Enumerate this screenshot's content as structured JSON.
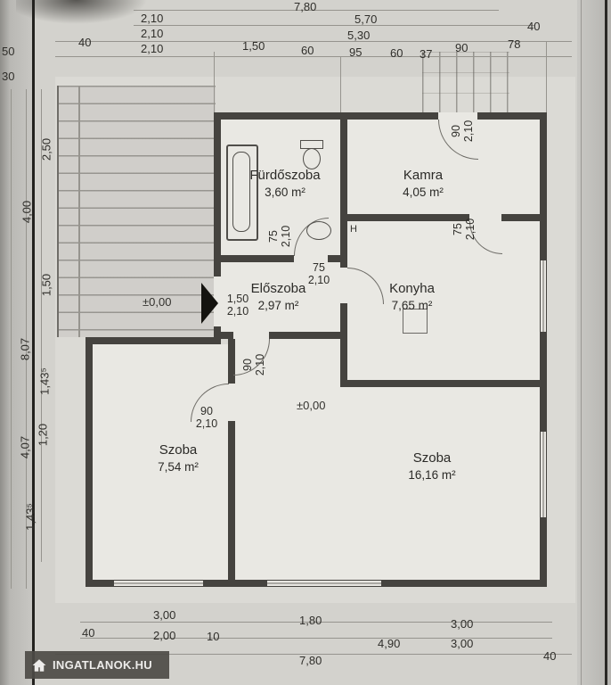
{
  "plan": {
    "rooms": [
      {
        "name": "Fürdőszoba",
        "area": "3,60 m²"
      },
      {
        "name": "Kamra",
        "area": "4,05 m²"
      },
      {
        "name": "Előszoba",
        "area": "2,97 m²"
      },
      {
        "name": "Konyha",
        "area": "7,65 m²"
      },
      {
        "name": "Szoba",
        "area": "7,54 m²"
      },
      {
        "name": "Szoba",
        "area": "16,16 m²"
      }
    ],
    "level_markers": [
      "±0,00",
      "±0,00"
    ],
    "kitchen_symbol": "H",
    "door_labels": [
      {
        "w": "90",
        "h": "2,10"
      },
      {
        "w": "75",
        "h": "2,10"
      },
      {
        "w": "75",
        "h": "2,10"
      },
      {
        "w": "75",
        "h": "2,10"
      },
      {
        "w": "1,50",
        "h": "2,10"
      },
      {
        "w": "90",
        "h": "2,10"
      },
      {
        "w": "90",
        "h": "2,10"
      }
    ]
  },
  "dimensions": {
    "top": [
      "7,80",
      "2,10",
      "5,70",
      "2,10",
      "5,30",
      "40",
      "40",
      "2,10",
      "1,50",
      "60",
      "95",
      "60",
      "37",
      "90",
      "78"
    ],
    "left_edge": [
      "50",
      "30"
    ],
    "left": [
      "2,50",
      "4,00",
      "1,50",
      "8,07",
      "1,43⁵",
      "1,20",
      "4,07",
      "1,43⁵"
    ],
    "bottom": [
      "3,00",
      "1,80",
      "3,00",
      "40",
      "2,00",
      "10",
      "4,90",
      "3,00",
      "7,80",
      "40"
    ]
  },
  "watermark": {
    "label": "INGATLANOK.HU",
    "icon": "house-icon"
  }
}
